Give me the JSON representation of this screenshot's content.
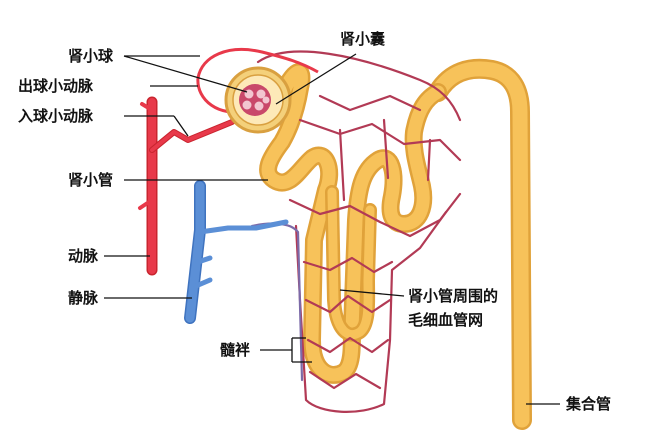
{
  "labels": {
    "glomerulus": "肾小球",
    "efferent_arteriole": "出球小动脉",
    "afferent_arteriole": "入球小动脉",
    "renal_tubule": "肾小管",
    "artery": "动脉",
    "vein": "静脉",
    "loop_of_henle": "髓袢",
    "bowman_capsule": "肾小囊",
    "peritubular_capillaries_line1": "肾小管周围的",
    "peritubular_capillaries_line2": "毛细血管网",
    "collecting_duct": "集合管"
  },
  "colors": {
    "artery": "#e8394a",
    "vein": "#5b8fd6",
    "tubule": "#f7c25a",
    "tubule_edge": "#e0a23a",
    "capillary": "#b23a55",
    "text": "#111111"
  }
}
